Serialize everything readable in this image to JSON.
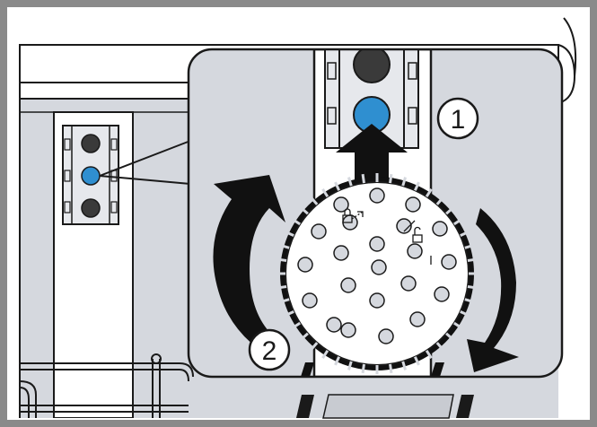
{
  "figure": {
    "callouts": [
      {
        "number": "1",
        "meaning": "push"
      },
      {
        "number": "2",
        "meaning": "rotate"
      }
    ],
    "icons": {
      "detail_magnifier": "magnifier-callout",
      "push_arrow": "arrow-up-icon",
      "rotate_arrow_left": "rotate-ccw-arrow-icon",
      "rotate_arrow_right": "rotate-cw-arrow-icon",
      "lock_symbol": "padlock-icon",
      "unlock_symbol": "unlock-icon"
    },
    "colors": {
      "panel_gray": "#d5d8de",
      "line": "#1a1a1a",
      "indicator_blue": "#2f8fd0",
      "indicator_dark": "#3a3a3a",
      "arrow_fill": "#111111"
    }
  }
}
